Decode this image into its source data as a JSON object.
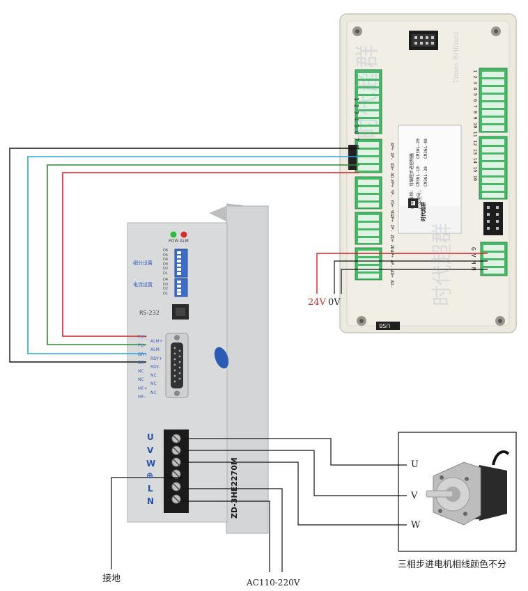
{
  "controller": {
    "usb_label": "USB",
    "top_terminal_numbers": "1 2 3 4 5 6 7 8",
    "bottom_terminal_numbers": "1 2 3 4 5 6 7 8 9 10 11 12 13 14 15 16",
    "power_terminal_labels": "G V M N",
    "axis_port_labels": [
      "XP+ XP- XD+ XD-",
      "YP+ YP- YD+ YD-",
      "ZP+ ZP- ZD+ ZD-",
      "AP+ AP- AD+ AD-"
    ],
    "label_product_name": "产品名称:",
    "label_product_model": "产品型号:",
    "model_option_1": "CM36L-10",
    "model_option_2": "CM36L-20",
    "model_option_3": "CM36L-30",
    "model_option_4": "CM36L-40",
    "product_name_value": "可编程步进控制器",
    "brand_cn": "时代超群",
    "watermark_cn": "时代超群",
    "watermark_en": "Times Brilliant"
  },
  "driver": {
    "led_labels": "POW ALM",
    "subdivision_label": "细分设置",
    "current_label": "电流设置",
    "dip_subdiv": [
      "D6",
      "D5",
      "D4",
      "D3",
      "D2",
      "D1"
    ],
    "dip_current": [
      "D4",
      "D3",
      "D2",
      "D1"
    ],
    "rs232_label": "RS-232",
    "signal_left": [
      "PU+",
      "PU-",
      "DR+",
      "DR-",
      "NC",
      "NC",
      "MF+",
      "MF-"
    ],
    "signal_right": [
      "ALM+",
      "ALM-",
      "RDY+",
      "RDY-",
      "NC",
      "NC",
      "NC"
    ],
    "terminals": [
      "U",
      "V",
      "W",
      "⊕",
      "L",
      "N"
    ],
    "model": "ZD-3HE2270M"
  },
  "labels": {
    "v24": "24V",
    "v0": "0V",
    "ground": "接地",
    "ac_input": "AC110-220V",
    "motor_caption": "三相步进电机相线颜色不分",
    "motor_u": "U",
    "motor_v": "V",
    "motor_w": "W"
  },
  "colors": {
    "wire_black": "#111111",
    "wire_blue": "#29a3e0",
    "wire_green": "#2f8a2f",
    "wire_red": "#d42020",
    "label_24v": "#c0392b",
    "terminal_green": "#4cbf6a"
  }
}
